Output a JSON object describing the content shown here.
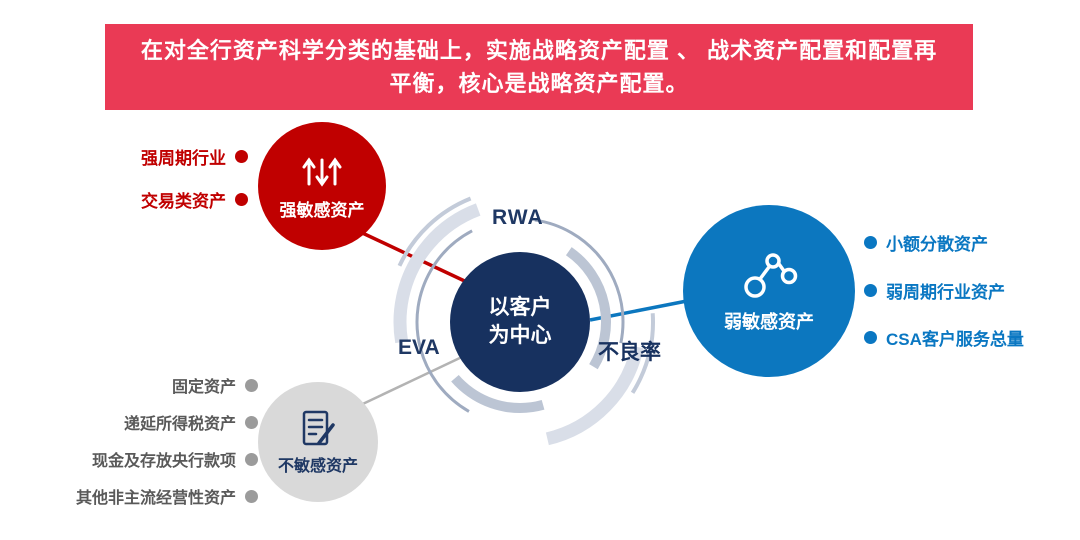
{
  "banner": {
    "text": "在对全行资产科学分类的基础上，实施战略资产配置 、 战术资产配置和配置再平衡，核心是战略资产配置。"
  },
  "center": {
    "line1": "以客户",
    "line2": "为中心"
  },
  "metrics": {
    "rwa": "RWA",
    "eva": "EVA",
    "npl": "不良率"
  },
  "strong_node": {
    "label": "强敏感资产",
    "icon": "sort-arrows-icon",
    "bullets": [
      "强周期行业",
      "交易类资产"
    ]
  },
  "weak_node": {
    "label": "弱敏感资产",
    "icon": "molecule-icon",
    "bullets": [
      "小额分散资产",
      "弱周期行业资产",
      "CSA客户服务总量"
    ]
  },
  "insensitive_node": {
    "label": "不敏感资产",
    "icon": "document-pen-icon",
    "bullets": [
      "固定资产",
      "递延所得税资产",
      "现金及存放央行款项",
      "其他非主流经营性资产"
    ]
  },
  "colors": {
    "banner": "#ea3a55",
    "strong": "#c00000",
    "weak": "#0c77bf",
    "insensitive": "#d9d9d9",
    "center": "#17315f",
    "arc_gray": "#bcc5d4"
  }
}
